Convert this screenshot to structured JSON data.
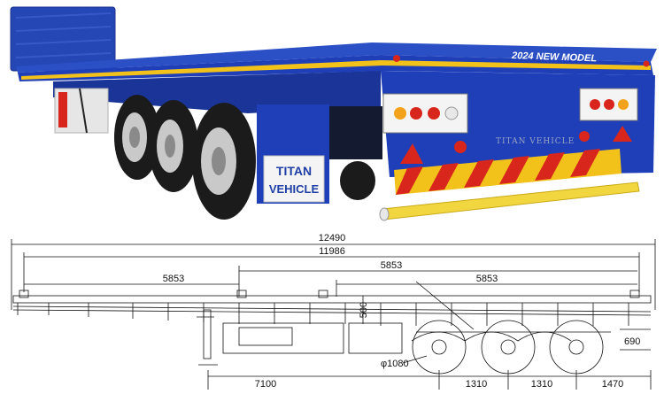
{
  "photo": {
    "model_text": "2024 NEW MODEL",
    "mudflap_line1": "TITAN",
    "mudflap_line2": "VEHICLE",
    "rear_panel_text": "TITAN VEHICLE",
    "colors": {
      "body": "#1f3fb8",
      "stripe": "#f2c21b",
      "hazard_red": "#d8261c",
      "tire": "#1b1b1b"
    }
  },
  "drawing": {
    "dims": {
      "overall_length": "12490",
      "deck_length": "11986",
      "span_front": "5853",
      "span_mid": "5853",
      "span_rear": "5853",
      "height": "500",
      "wheel_dia": "φ1080",
      "kingpin_to_axle": "7100",
      "axle_spacing_1": "1310",
      "axle_spacing_2": "1310",
      "rear_overhang": "1470",
      "rear_height": "690"
    }
  }
}
